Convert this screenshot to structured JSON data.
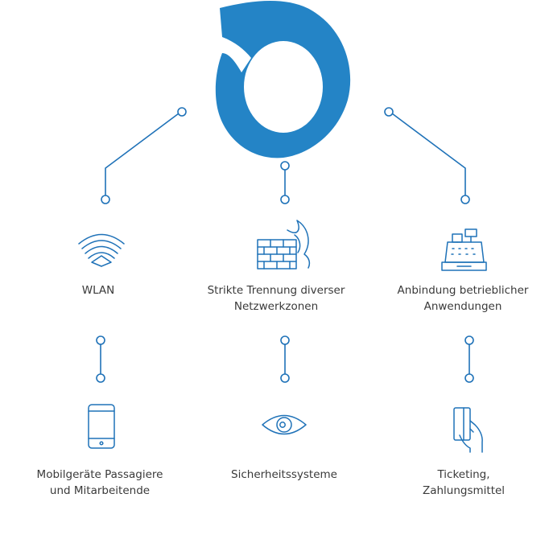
{
  "colors": {
    "logo": "#2484c6",
    "line": "#1f72b8",
    "text": "#3a3a3a"
  },
  "logo": {
    "icon": "open-ring-logo"
  },
  "row1": [
    {
      "icon": "wifi-icon",
      "line1": "WLAN",
      "line2": ""
    },
    {
      "icon": "firewall-icon",
      "line1": "Strikte Trennung diverser",
      "line2": "Netzwerkzonen"
    },
    {
      "icon": "cash-register-icon",
      "line1": "Anbindung betrieblicher",
      "line2": "Anwendungen"
    }
  ],
  "row2": [
    {
      "icon": "smartphone-icon",
      "line1": "Mobilgeräte Passagiere",
      "line2": "und Mitarbeitende"
    },
    {
      "icon": "eye-icon",
      "line1": "Sicherheitssysteme",
      "line2": ""
    },
    {
      "icon": "card-in-hand-icon",
      "line1": "Ticketing,",
      "line2": "Zahlungsmittel"
    }
  ]
}
